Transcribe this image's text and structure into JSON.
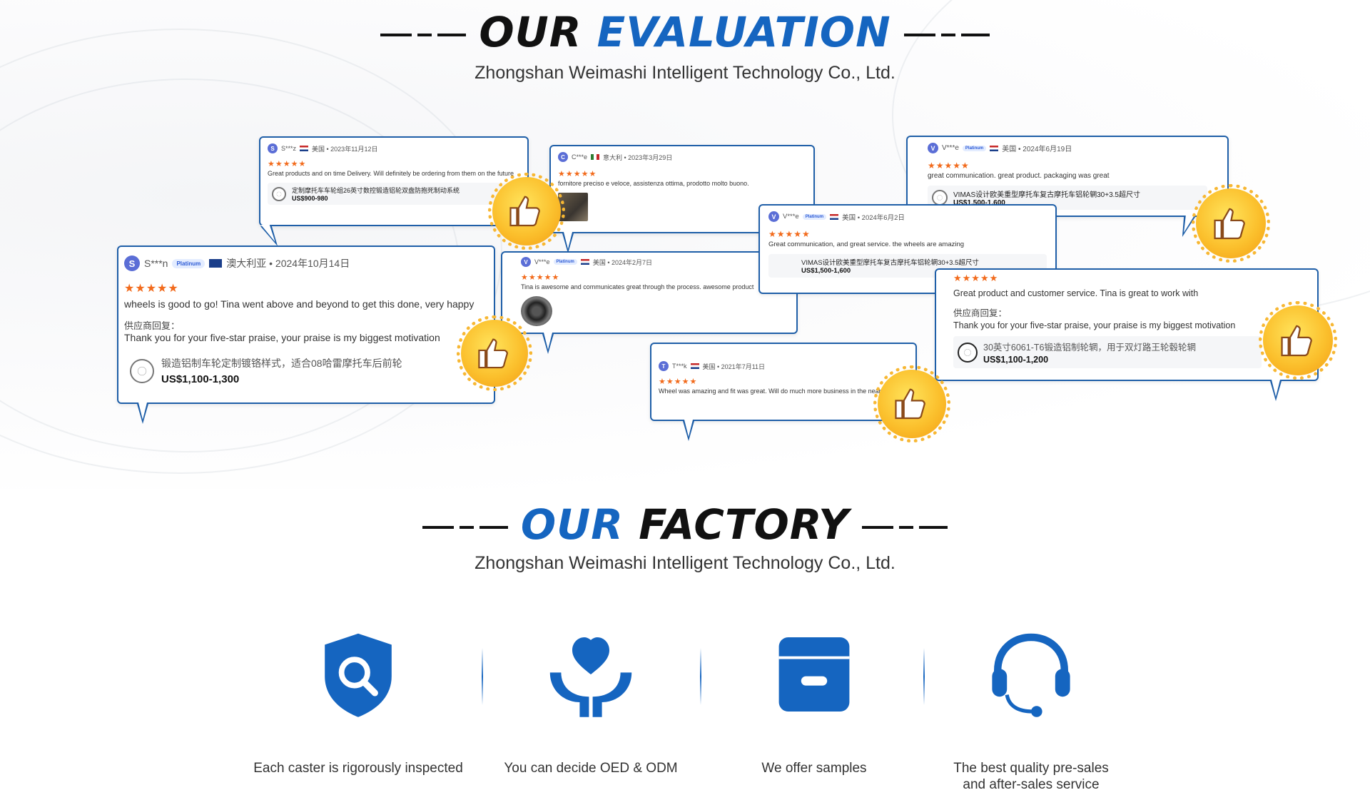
{
  "evaluation": {
    "title_dark": "OUR",
    "title_blue": "EVALUATION",
    "subtitle": "Zhongshan Weimashi Intelligent Technology Co., Ltd."
  },
  "reviews": [
    {
      "avatar": "S",
      "name": "S***z",
      "meta": "美国 • 2023年11月12日",
      "stars": "★★★★★",
      "text": "Great products and on time Delivery. Will definitely be ordering from them on the future",
      "product": "定制摩托车车轮组26英寸数控锻造铝轮双盘防抱死制动系统",
      "price": "US$900-980"
    },
    {
      "avatar": "C",
      "name": "C***e",
      "meta": "意大利 • 2023年3月29日",
      "stars": "★★★★★",
      "text": "fornitore preciso e veloce, assistenza ottima, prodotto molto buono."
    },
    {
      "avatar": "V",
      "name": "V***e",
      "badge": "Platinum",
      "meta": "美国 • 2024年6月19日",
      "stars": "★★★★★",
      "text": "great communication. great product. packaging was great",
      "product": "VIMAS设计欧美重型摩托车复古摩托车铝轮辋30+3.5超尺寸",
      "price": "US$1,500-1,600"
    },
    {
      "avatar": "S",
      "name": "S***n",
      "badge": "Platinum",
      "meta": "澳大利亚 • 2024年10月14日",
      "stars": "★★★★★",
      "text": "wheels is good to go! Tina went above and beyond to get this done, very happy",
      "reply_label": "供应商回复：",
      "reply": "Thank you for your five-star praise, your praise is my biggest motivation",
      "product": "锻造铝制车轮定制镀铬样式，适合08哈雷摩托车后前轮",
      "price": "US$1,100-1,300"
    },
    {
      "avatar": "V",
      "name": "V***e",
      "badge": "Platinum",
      "meta": "美国 • 2024年2月7日",
      "stars": "★★★★★",
      "text": "Tina is awesome and communicates great through the process. awesome product"
    },
    {
      "avatar": "V",
      "name": "V***e",
      "badge": "Platinum",
      "meta": "美国 • 2024年6月2日",
      "stars": "★★★★★",
      "text": "Great communication, and great service. the wheels are amazing",
      "product": "VIMAS设计欧美重型摩托车复古摩托车铝轮辋30+3.5超尺寸",
      "price": "US$1,500-1,600"
    },
    {
      "stars": "★★★★★",
      "text": "Great product and customer service. Tina is great to work with",
      "reply_label": "供应商回复：",
      "reply": "Thank you for your five-star praise, your praise is my biggest motivation",
      "product": "30英寸6061-T6锻造铝制轮辋，用于双灯路王轮毂轮辋",
      "price": "US$1,100-1,200"
    },
    {
      "avatar": "T",
      "name": "T***k",
      "meta": "美国 • 2021年7月11日",
      "stars": "★★★★★",
      "text": "Wheel was amazing and fit was great. Will do much more business in the near future"
    }
  ],
  "factory": {
    "title_blue": "OUR",
    "title_dark": "FACTORY",
    "subtitle": "Zhongshan Weimashi Intelligent Technology Co., Ltd."
  },
  "features": [
    {
      "icon": "shield-search-icon",
      "label": "Each caster is rigorously inspected"
    },
    {
      "icon": "heart-hands-icon",
      "label": "You can decide OED  &  ODM"
    },
    {
      "icon": "box-icon",
      "label": "We offer samples"
    },
    {
      "icon": "headset-icon",
      "label": "The best quality pre-sales\nand after-sales service"
    }
  ],
  "colors": {
    "brand_blue": "#1565c0",
    "star_orange": "#f26a1b",
    "thumb_gold": "#fbc02d"
  }
}
